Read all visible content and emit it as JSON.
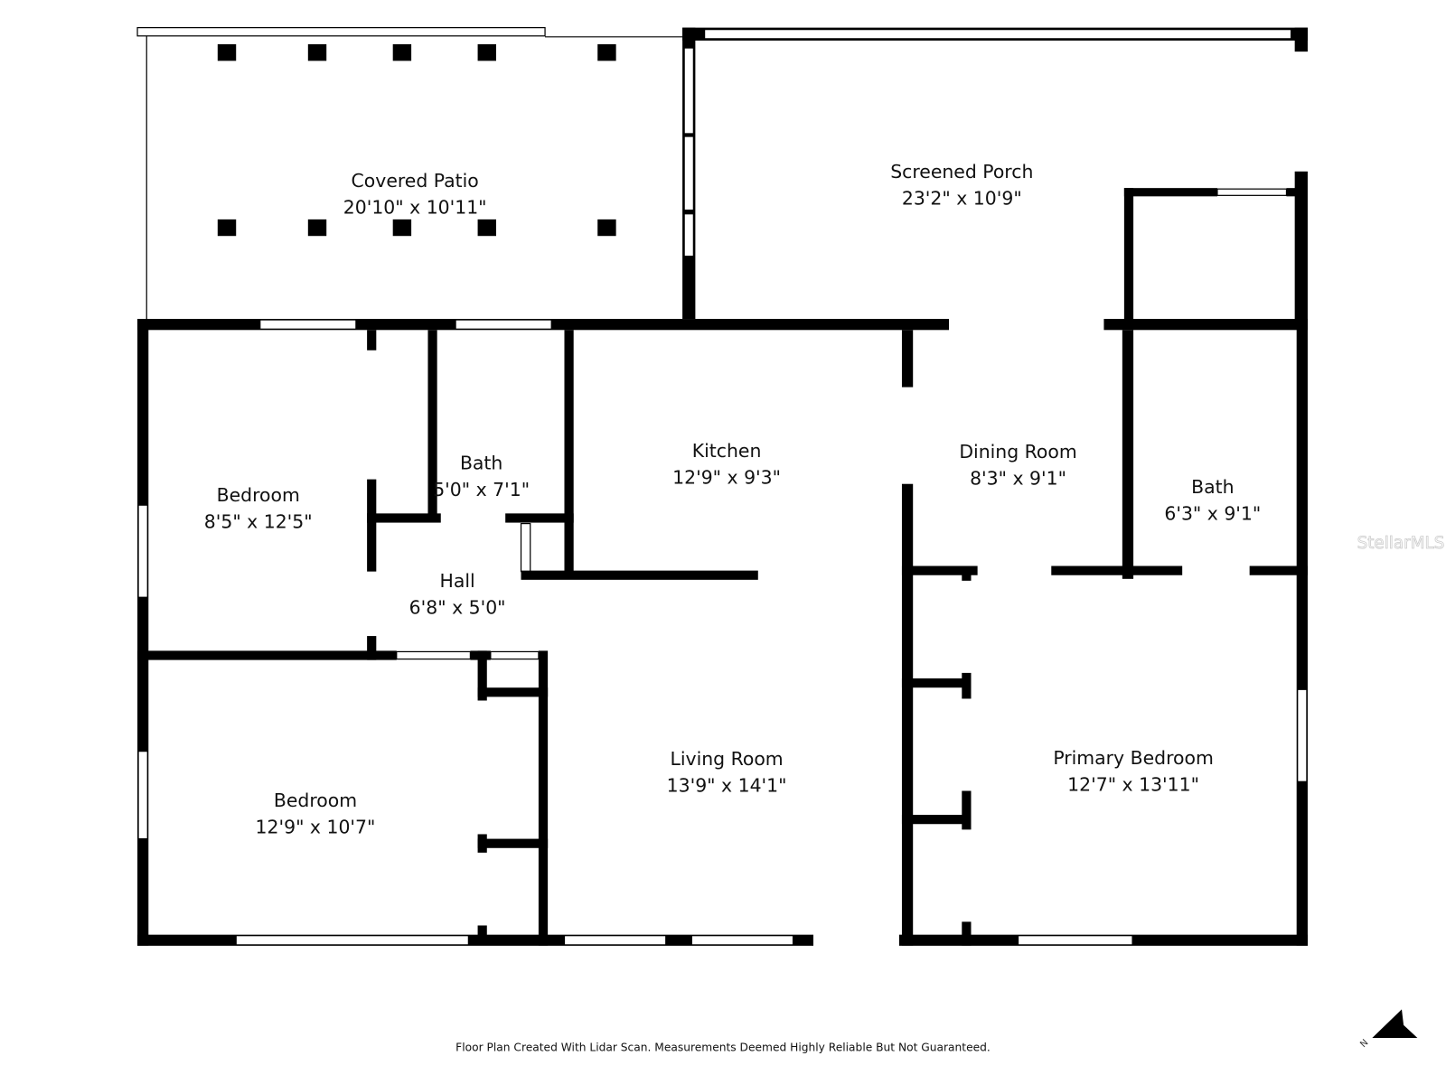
{
  "rooms": [
    {
      "name": "Covered Patio",
      "dims": "20'10\" x 10'11\""
    },
    {
      "name": "Screened Porch",
      "dims": "23'2\" x 10'9\""
    },
    {
      "name": "Bedroom",
      "dims": "8'5\" x 12'5\""
    },
    {
      "name": "Bath",
      "dims": "5'0\" x 7'1\""
    },
    {
      "name": "Kitchen",
      "dims": "12'9\" x 9'3\""
    },
    {
      "name": "Dining Room",
      "dims": "8'3\" x 9'1\""
    },
    {
      "name": "Bath",
      "dims": "6'3\" x 9'1\""
    },
    {
      "name": "Hall",
      "dims": "6'8\" x 5'0\""
    },
    {
      "name": "Bedroom",
      "dims": "12'9\" x 10'7\""
    },
    {
      "name": "Living Room",
      "dims": "13'9\" x 14'1\""
    },
    {
      "name": "Primary Bedroom",
      "dims": "12'7\" x 13'11\""
    }
  ],
  "watermark": "StellarMLS",
  "compass_label": "N",
  "footer": "Floor Plan Created With Lidar Scan. Measurements Deemed Highly Reliable But Not Guaranteed."
}
